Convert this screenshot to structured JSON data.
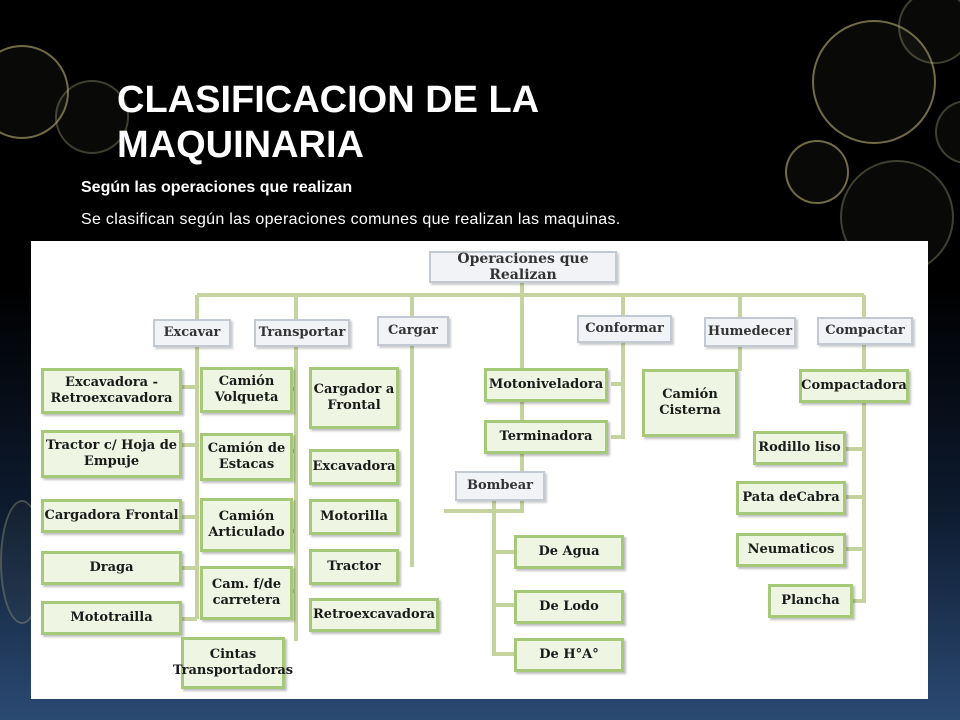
{
  "slide": {
    "title": "CLASIFICACION DE LA MAQUINARIA",
    "subtitle": "Según las operaciones que realizan",
    "description": "Se clasifican según las operaciones comunes que realizan las maquinas."
  },
  "diagram": {
    "root": "Operaciones que Realizan",
    "categories": {
      "excavar": "Excavar",
      "transportar": "Transportar",
      "cargar": "Cargar",
      "conformar": "Conformar",
      "humedecer": "Humedecer",
      "compactar": "Compactar",
      "bombear": "Bombear"
    },
    "items": {
      "excavadora_retro": "Excavadora - Retroexcavadora",
      "tractor_hoja": "Tractor c/ Hoja de Empuje",
      "cargadora_frontal": "Cargadora Frontal",
      "draga": "Draga",
      "mototrailla": "Mototrailla",
      "camion_volqueta": "Camión Volqueta",
      "camion_estacas": "Camión de Estacas",
      "camion_articulado": "Camión Articulado",
      "cam_carretera": "Cam. f/de carretera",
      "cintas": "Cintas Transportadoras",
      "cargador_frontal": "Cargador a Frontal",
      "excavadora": "Excavadora",
      "motorilla": "Motorilla",
      "tractor": "Tractor",
      "retroexcavadora": "Retroexcavadora",
      "motoniveladora": "Motoniveladora",
      "terminadora": "Terminadora",
      "camion_cisterna": "Camión Cisterna",
      "compactadora": "Compactadora",
      "rodillo_liso": "Rodillo liso",
      "pata_cabra": "Pata deCabra",
      "neumaticos": "Neumaticos",
      "plancha": "Plancha",
      "de_agua": "De Agua",
      "de_lodo": "De Lodo",
      "de_ha": "De H°A°"
    }
  }
}
